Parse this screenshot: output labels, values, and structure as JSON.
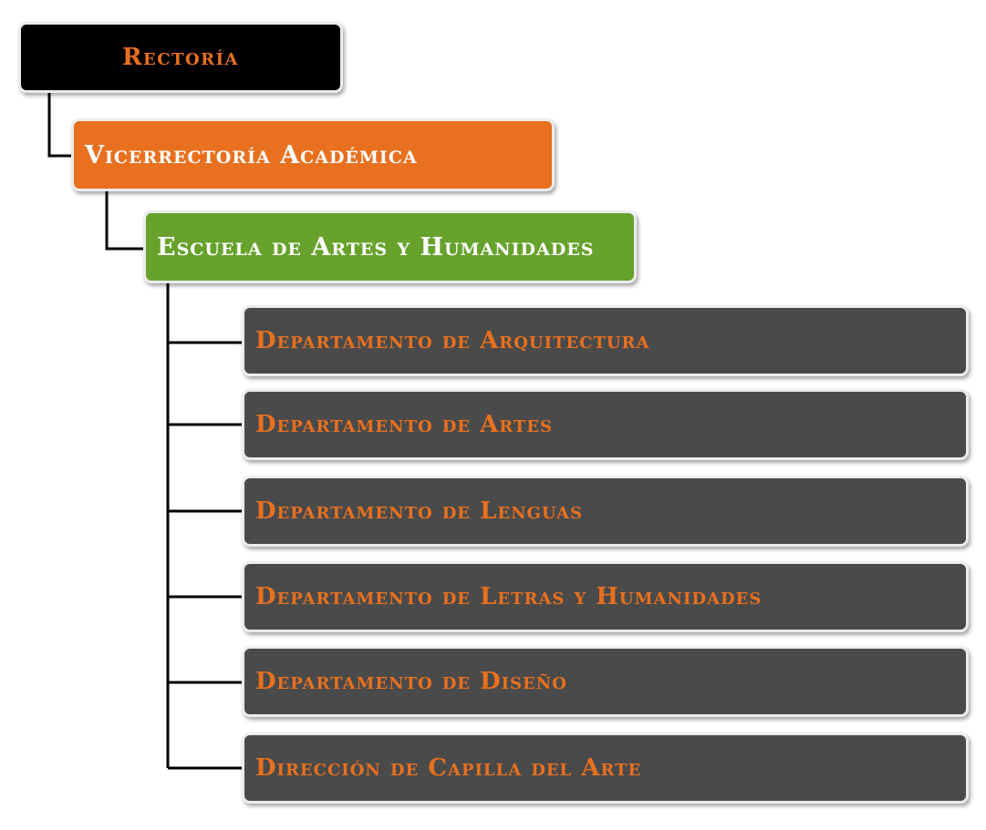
{
  "chart_title": "",
  "nodes": {
    "rectoria": "Rectoría",
    "vicerrectoria": "Vicerrectoría Académica",
    "escuela": "Escuela de Artes y Humanidades",
    "departments": [
      "Departamento de Arquitectura",
      "Departamento de Artes",
      "Departamento de Lenguas",
      "Departamento de Letras y Humanidades",
      "Departamento de Diseño",
      "Dirección de Capilla del Arte"
    ]
  },
  "colors": {
    "rectoria_bg": "#000000",
    "vicerrectoria_bg": "#e8701f",
    "escuela_bg": "#67a22c",
    "department_bg": "#4a4a4a",
    "accent_text": "#e8701f",
    "connector": "#000000"
  }
}
